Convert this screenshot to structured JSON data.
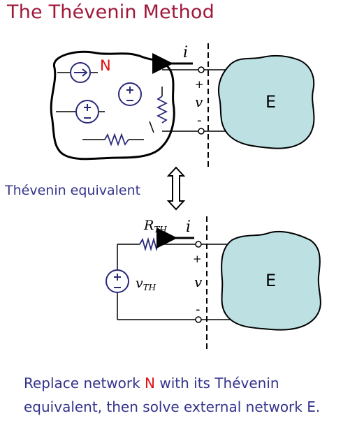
{
  "title": "The Thévenin Method",
  "top_circuit": {
    "network_label": "N",
    "current_label": "i",
    "voltage_label": "v",
    "plus_label": "+",
    "minus_label": "-",
    "external_label": "E"
  },
  "equivalence_label": "Thévenin equivalent",
  "bottom_circuit": {
    "resistor_label": "R",
    "resistor_subscript": "TH",
    "source_label": "v",
    "source_subscript": "TH",
    "current_label": "i",
    "voltage_label": "v",
    "plus_label": "+",
    "minus_label": "-",
    "external_label": "E"
  },
  "caption": {
    "line1_before": "Replace network ",
    "line1_highlight": "N",
    "line1_after": " with its Thévenin",
    "line2": "equivalent, then solve external network E."
  },
  "colors": {
    "title": "#a0173a",
    "text_blue": "#33338c",
    "highlight_red": "#e01010",
    "blob_fill": "#bde1e3",
    "component_blue": "#2a2a7a"
  }
}
